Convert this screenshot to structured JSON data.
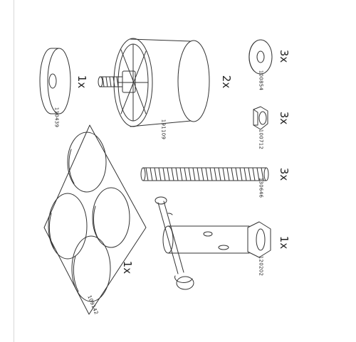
{
  "parts": [
    {
      "id": "washer-large",
      "number": "110439",
      "qty": "1x"
    },
    {
      "id": "leg-foot",
      "number": "191109",
      "qty": "2x"
    },
    {
      "id": "washer-small",
      "number": "100854",
      "qty": "3x"
    },
    {
      "id": "nut",
      "number": "100712",
      "qty": "3x"
    },
    {
      "id": "threaded-rod",
      "number": "130646",
      "qty": "3x"
    },
    {
      "id": "felt-pads",
      "number": "109142",
      "qty": "1x"
    },
    {
      "id": "box-wrench",
      "number": "120202",
      "qty": "1x"
    }
  ]
}
